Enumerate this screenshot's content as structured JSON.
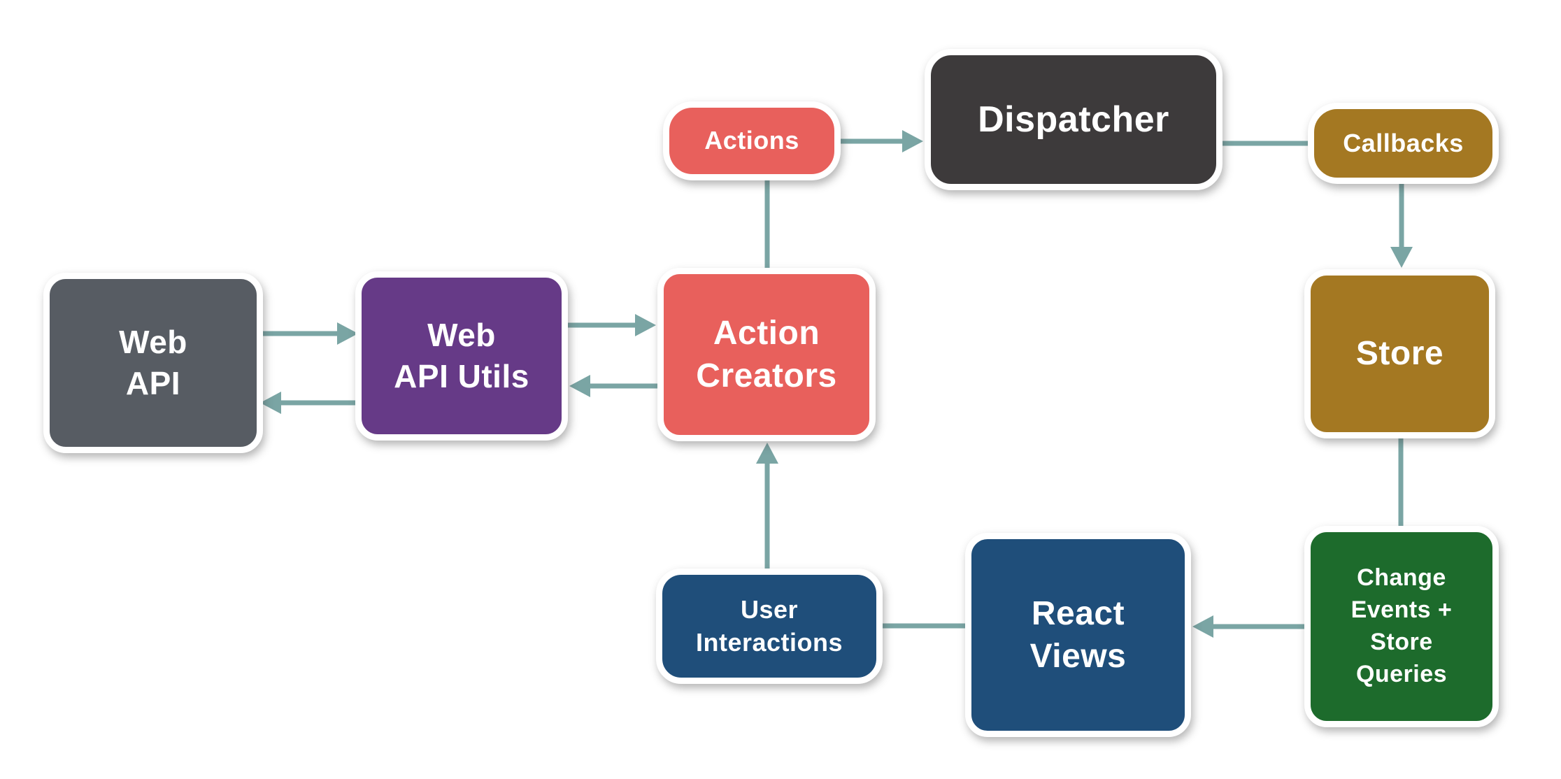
{
  "colors": {
    "background": "#FFFFFF",
    "arrow": "#7AA5A4",
    "node_border": "#FFFFFF",
    "node_text": "#FFFFFF"
  },
  "nodes": {
    "web_api": {
      "lines": [
        "Web",
        "API"
      ],
      "color": "#575C63"
    },
    "web_api_utils": {
      "lines": [
        "Web",
        "API Utils"
      ],
      "color": "#663A87"
    },
    "action_creators": {
      "lines": [
        "Action",
        "Creators"
      ],
      "color": "#E8605C"
    },
    "actions": {
      "lines": [
        "Actions"
      ],
      "color": "#E8605C"
    },
    "dispatcher": {
      "lines": [
        "Dispatcher"
      ],
      "color": "#3D3A3B"
    },
    "callbacks": {
      "lines": [
        "Callbacks"
      ],
      "color": "#A47822"
    },
    "store": {
      "lines": [
        "Store"
      ],
      "color": "#A47822"
    },
    "change_events": {
      "lines": [
        "Change",
        "Events +",
        "Store",
        "Queries"
      ],
      "color": "#1D6B2C"
    },
    "react_views": {
      "lines": [
        "React",
        "Views"
      ],
      "color": "#1F4E7A"
    },
    "user_interactions": {
      "lines": [
        "User",
        "Interactions"
      ],
      "color": "#1F4E7A"
    }
  },
  "edges": [
    {
      "from": "web_api",
      "to": "web_api_utils",
      "arrowhead": true
    },
    {
      "from": "web_api_utils",
      "to": "web_api",
      "arrowhead": true
    },
    {
      "from": "web_api_utils",
      "to": "action_creators",
      "arrowhead": true
    },
    {
      "from": "action_creators",
      "to": "web_api_utils",
      "arrowhead": true
    },
    {
      "from": "action_creators",
      "to": "actions",
      "arrowhead": false
    },
    {
      "from": "actions",
      "to": "dispatcher",
      "arrowhead": true
    },
    {
      "from": "dispatcher",
      "to": "callbacks",
      "arrowhead": false
    },
    {
      "from": "callbacks",
      "to": "store",
      "arrowhead": true
    },
    {
      "from": "store",
      "to": "change_events",
      "arrowhead": false
    },
    {
      "from": "change_events",
      "to": "react_views",
      "arrowhead": true
    },
    {
      "from": "react_views",
      "to": "user_interactions",
      "arrowhead": false
    },
    {
      "from": "user_interactions",
      "to": "action_creators",
      "arrowhead": true
    }
  ]
}
